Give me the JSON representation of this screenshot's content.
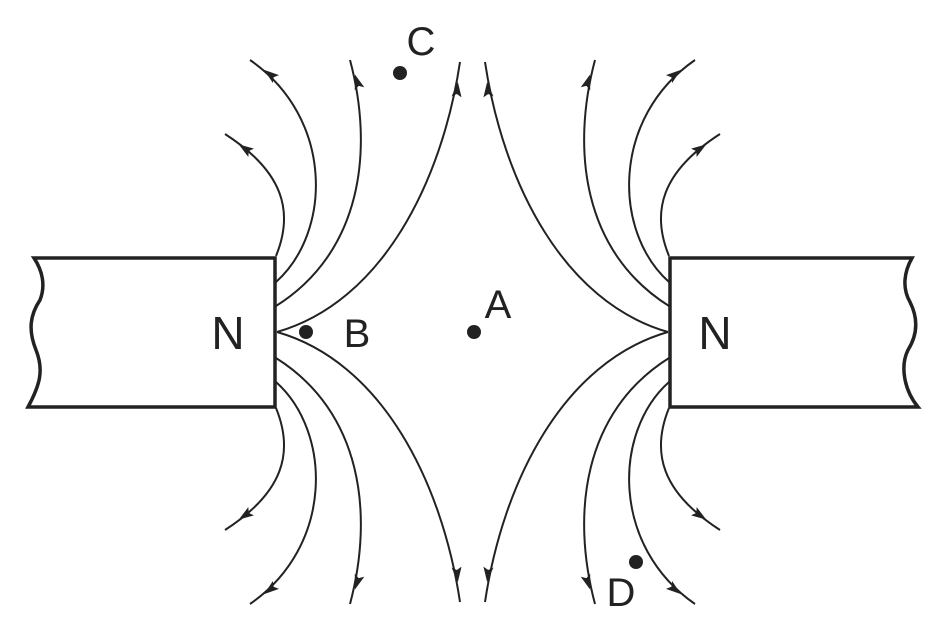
{
  "diagram": {
    "magnets": [
      {
        "pole_label": "N"
      },
      {
        "pole_label": "N"
      }
    ],
    "points": {
      "A": "A",
      "B": "B",
      "C": "C",
      "D": "D"
    },
    "colors": {
      "ink": "#222222",
      "background": "#ffffff"
    }
  }
}
